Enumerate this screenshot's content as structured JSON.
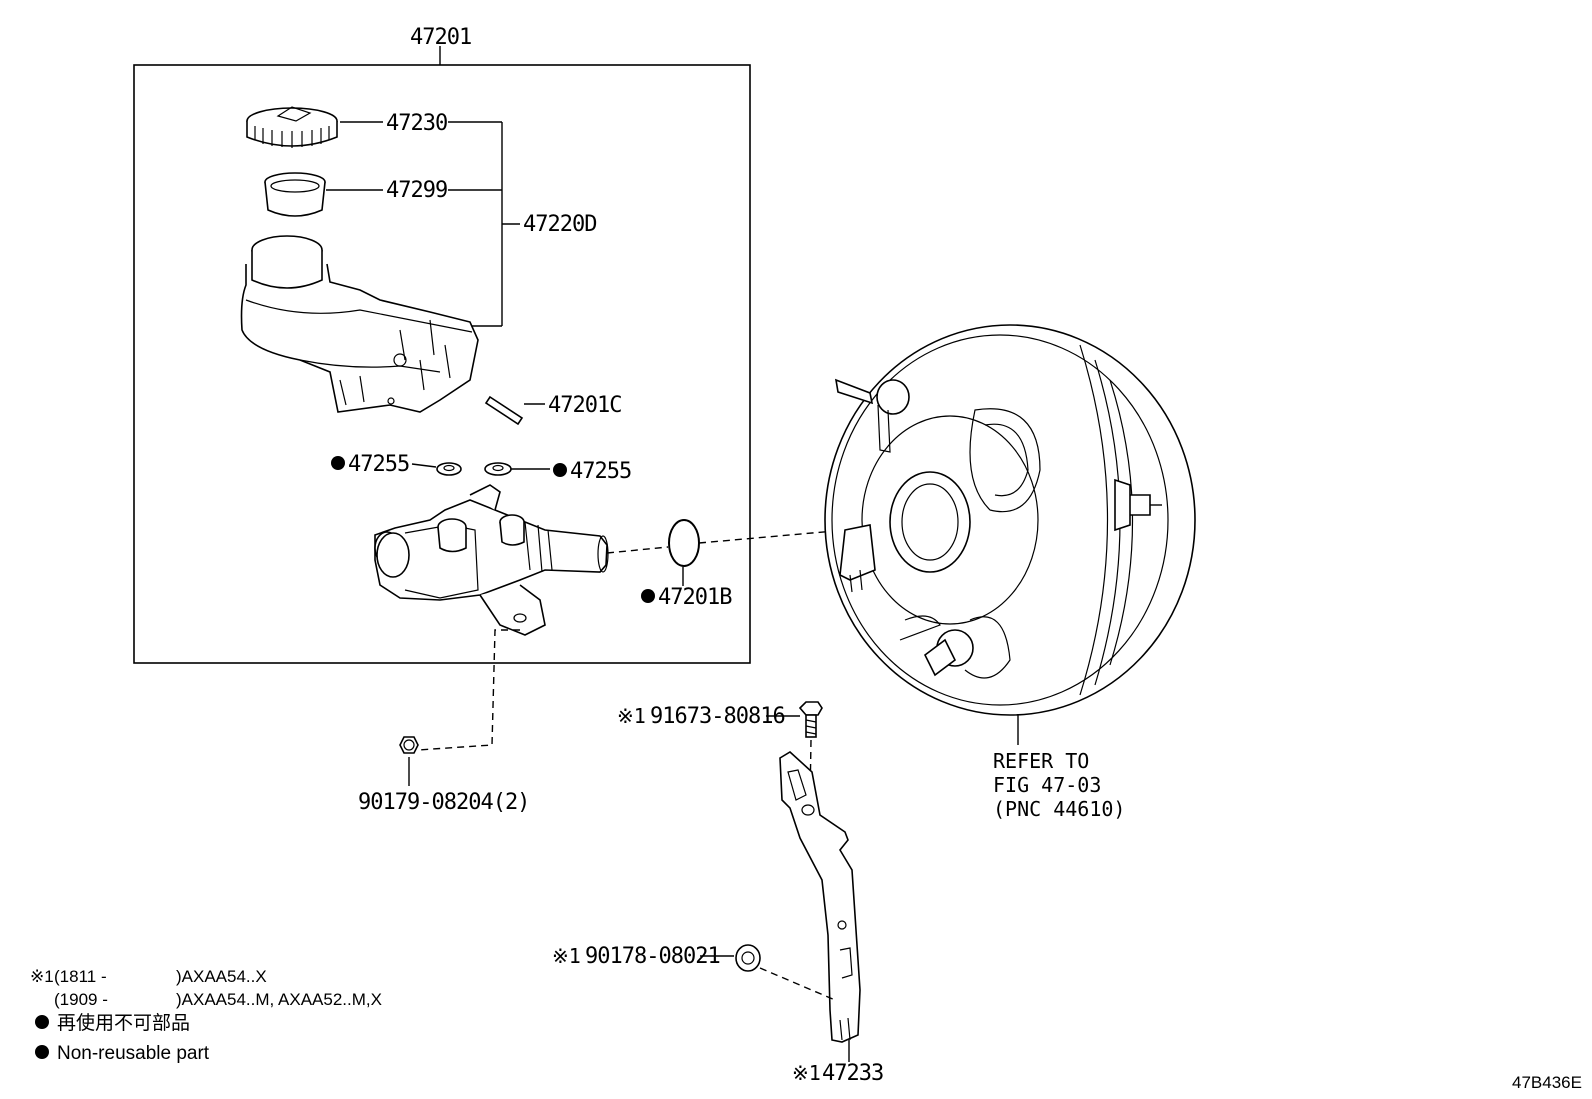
{
  "diagram_code": "47B436E",
  "parts": {
    "master_cylinder_assy": "47201",
    "reservoir_cap": "47230",
    "strainer": "47299",
    "reservoir_sub_assy": "47220D",
    "pin": "47201C",
    "grommet_left": "47255",
    "grommet_right": "47255",
    "o_ring": "47201B",
    "nut": "90179-08204(2)",
    "bolt": "91673-80816",
    "nut_bracket": "90178-08021",
    "bracket": "47233"
  },
  "prefixes": {
    "ref_mark": "※1"
  },
  "booster_ref": {
    "line1": "REFER TO",
    "line2": "FIG 47-03",
    "line3": "(PNC 44610)"
  },
  "notes": {
    "note1_mark": "※1",
    "note1_line1_date": "(1811  -",
    "note1_line1_model": ")AXAA54..X",
    "note1_line2_date": "(1909  -",
    "note1_line2_model": ")AXAA54..M, AXAA52..M,X",
    "legend_jp": "再使用不可部品",
    "legend_en": "Non-reusable part"
  }
}
